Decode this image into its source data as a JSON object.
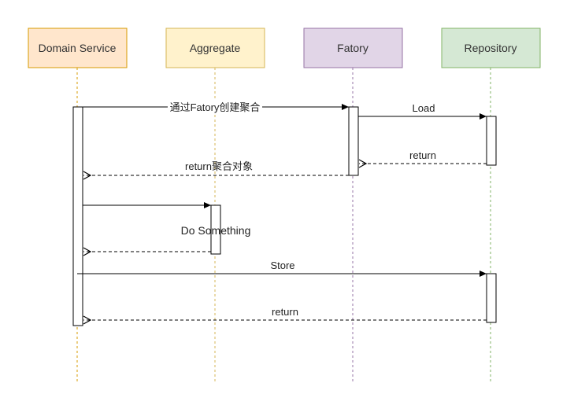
{
  "participants": [
    {
      "id": "domain-service",
      "label": "Domain Service",
      "fill": "#ffe6cc",
      "stroke": "#d79b00",
      "lifeline": "#d79b00"
    },
    {
      "id": "aggregate",
      "label": "Aggregate",
      "fill": "#fff2cc",
      "stroke": "#d6b656",
      "lifeline": "#d6b656"
    },
    {
      "id": "fatory",
      "label": "Fatory",
      "fill": "#e1d5e7",
      "stroke": "#9673a6",
      "lifeline": "#9673a6"
    },
    {
      "id": "repository",
      "label": "Repository",
      "fill": "#d5e8d4",
      "stroke": "#82b366",
      "lifeline": "#82b366"
    }
  ],
  "messages": [
    {
      "from": "domain-service",
      "to": "fatory",
      "label": "通过Fatory创建聚合",
      "style": "solid"
    },
    {
      "from": "fatory",
      "to": "repository",
      "label": "Load",
      "style": "solid"
    },
    {
      "from": "repository",
      "to": "fatory",
      "label": "return",
      "style": "dashed"
    },
    {
      "from": "fatory",
      "to": "domain-service",
      "label": "return聚合对象",
      "style": "dashed"
    },
    {
      "from": "domain-service",
      "to": "aggregate",
      "label": "",
      "style": "solid"
    },
    {
      "from": "aggregate",
      "to": "domain-service",
      "label": "",
      "style": "dashed"
    },
    {
      "from": "domain-service",
      "to": "repository",
      "label": "Store",
      "style": "solid"
    },
    {
      "from": "repository",
      "to": "domain-service",
      "label": "return",
      "style": "dashed"
    }
  ],
  "note": "Do Something"
}
